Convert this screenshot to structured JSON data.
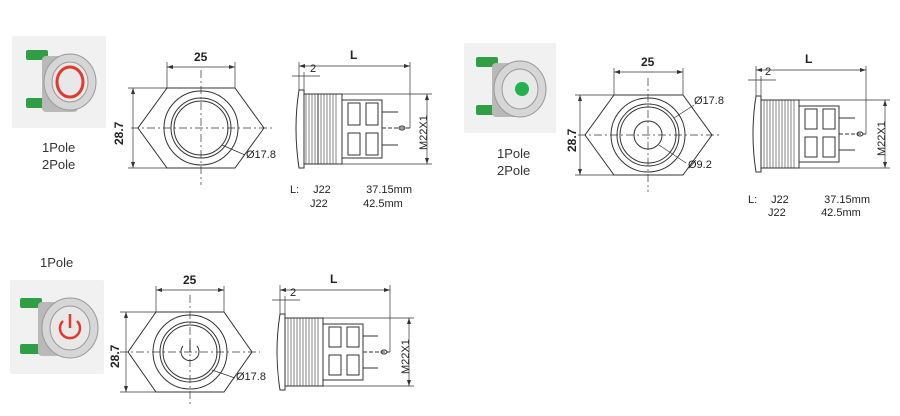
{
  "variants": [
    {
      "poles": [
        "1Pole",
        "2Pole"
      ],
      "photo_icon": "ring-led-icon",
      "width_dim": "25",
      "height_dim": "28.7",
      "diameter_dims": [
        "Ø17.8"
      ],
      "length_dim": "L",
      "flange_dim": "2",
      "thread_dim": "M22X1",
      "spec_prefix": "L:",
      "specs": [
        {
          "model": "J22",
          "length": "37.15mm"
        },
        {
          "model": "J22",
          "length": "42.5mm"
        }
      ]
    },
    {
      "poles": [
        "1Pole",
        "2Pole"
      ],
      "photo_icon": "dot-led-icon",
      "width_dim": "25",
      "height_dim": "28.7",
      "diameter_dims": [
        "Ø17.8",
        "Ø9.2"
      ],
      "length_dim": "L",
      "flange_dim": "2",
      "thread_dim": "M22X1",
      "spec_prefix": "L:",
      "specs": [
        {
          "model": "J22",
          "length": "37.15mm"
        },
        {
          "model": "J22",
          "length": "42.5mm"
        }
      ]
    },
    {
      "poles": [
        "1Pole"
      ],
      "photo_icon": "power-symbol-icon",
      "width_dim": "25",
      "height_dim": "28.7",
      "diameter_dims": [
        "Ø17.8"
      ],
      "length_dim": "L",
      "flange_dim": "2",
      "thread_dim": "M22X1"
    }
  ],
  "colors": {
    "line": "#333333",
    "led_green": "#22b14c",
    "led_red": "#e03a2f",
    "metal": "#c8c8c8"
  }
}
